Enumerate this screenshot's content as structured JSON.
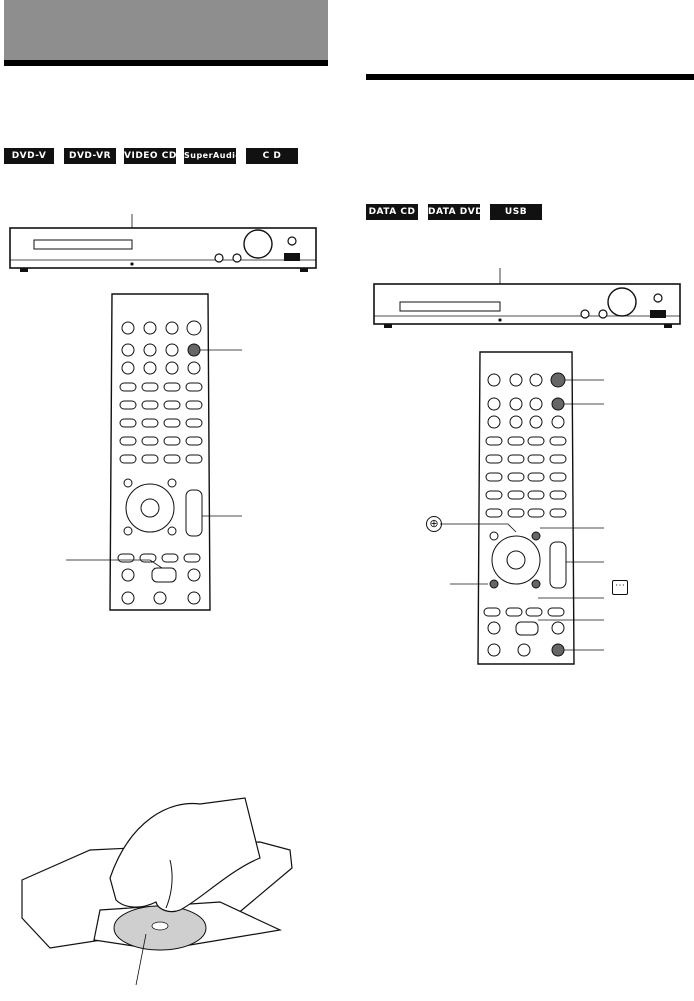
{
  "left_column": {
    "disc_badges": [
      "DVD-V",
      "DVD-VR",
      "VIDEO CD",
      "SuperAudioCD",
      "C D"
    ]
  },
  "right_column": {
    "media_badges": [
      "DATA CD",
      "DATA DVD",
      "USB"
    ],
    "remote_callout_symbols": [
      "⊕",
      "⋯"
    ]
  },
  "icons": [
    "player-front-panel",
    "remote-control",
    "disc-tray-hand"
  ],
  "colors": {
    "header_gray": "#8e8e8e",
    "ink": "#111111"
  }
}
